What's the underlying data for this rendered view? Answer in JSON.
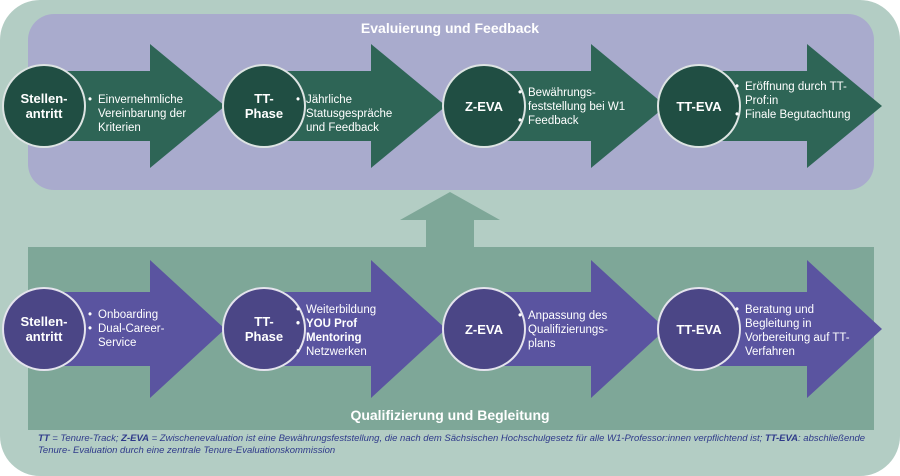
{
  "top": {
    "title": "Evaluierung und Feedback",
    "steps": [
      {
        "circle": "Stellen-\nantritt",
        "bullets": [
          "Einvernehmliche Vereinbarung der Kriterien"
        ]
      },
      {
        "circle": "TT-\nPhase",
        "bullets": [
          "Jährliche Statusgespräche und Feedback"
        ]
      },
      {
        "circle": "Z-EVA",
        "bullets": [
          "Bewährungs-feststellung bei W1",
          "Feedback"
        ]
      },
      {
        "circle": "TT-EVA",
        "bullets": [
          "Eröffnung durch TT-Prof:in",
          "Finale Begutachtung"
        ]
      }
    ]
  },
  "bottom": {
    "title": "Qualifizierung und Begleitung",
    "steps": [
      {
        "circle": "Stellen-\nantritt",
        "bullets": [
          "Onboarding",
          "Dual-Career-Service"
        ]
      },
      {
        "circle": "TT-\nPhase",
        "bullets": [
          "Weiterbildung",
          "YOU Prof Mentoring",
          "Netzwerken"
        ]
      },
      {
        "circle": "Z-EVA",
        "bullets": [
          "Anpassung des Qualifizierungs-plans"
        ]
      },
      {
        "circle": "TT-EVA",
        "bullets": [
          "Beratung und Begleitung in Vorbereitung auf TT-Verfahren"
        ]
      }
    ]
  },
  "footnote": {
    "tt_abbr": "TT",
    "tt_text": " = Tenure-Track; ",
    "zeva_abbr": "Z-EVA",
    "zeva_text": " = Zwischenevaluation ist eine Bewährungsfeststellung, die nach dem Sächsischen Hochschulgesetz für alle W1-Professor:innen verpflichtend ist; ",
    "tteva_abbr": "TT-EVA",
    "tteva_text": ": abschließende Tenure- Evaluation durch eine zentrale Tenure-Evaluationskommission"
  },
  "colors": {
    "outer": "#b3cdc4",
    "top_panel": "#a9abcd",
    "bottom_panel": "#7ea798",
    "green_circle": "#204e43",
    "green_arrow": "#2e6556",
    "purple_circle": "#4b4686",
    "purple_arrow": "#5a54a0",
    "up_arrow": "#7ea798",
    "footnote": "#2f3a8a"
  },
  "icons": {
    "connector": "up-arrow-icon"
  }
}
